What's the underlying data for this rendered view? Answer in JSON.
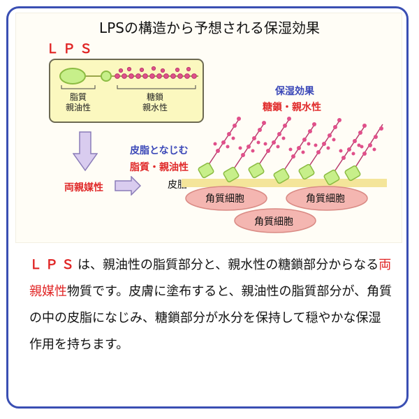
{
  "title": "LPSの構造から予想される保湿効果",
  "lps_header": "ＬＰＳ",
  "structure_box": {
    "lipid_label_line1": "脂質",
    "lipid_label_line2": "親油性",
    "sugar_label_line1": "糖鎖",
    "sugar_label_line2": "親水性"
  },
  "amphiphilic_label": "両親媒性",
  "skin_affinity": {
    "line1": "皮脂となじむ",
    "line2": "脂質・親油性"
  },
  "moisture_effect": {
    "line1": "保湿効果",
    "line2": "糖鎖・親水性"
  },
  "sebum_label": "皮脂",
  "corneocytes": [
    "角質細胞",
    "角質細胞",
    "角質細胞"
  ],
  "description": {
    "lps": "ＬＰＳ",
    "part1": "は、親油性の脂質部分と、親水性の糖鎖部分からなる",
    "amphiphilic": "両親媒性",
    "part2": "物質です。皮膚に塗布すると、親油性の脂質部分が、角質の中の皮脂になじみ、糖鎖部分が水分を保持して穏やかな保湿作用を持ちます。"
  },
  "colors": {
    "frame": "#3a4fb3",
    "accent_red": "#e02424",
    "accent_blue": "#3b48b8",
    "box_fill": "#fbf8bf",
    "lipid_green": "#c7ef8a",
    "sugar_pink": "#e0508a",
    "cell_fill": "#f4b6b1",
    "sebum": "#f4e59a",
    "arrow_purple": "#d9ccef"
  }
}
